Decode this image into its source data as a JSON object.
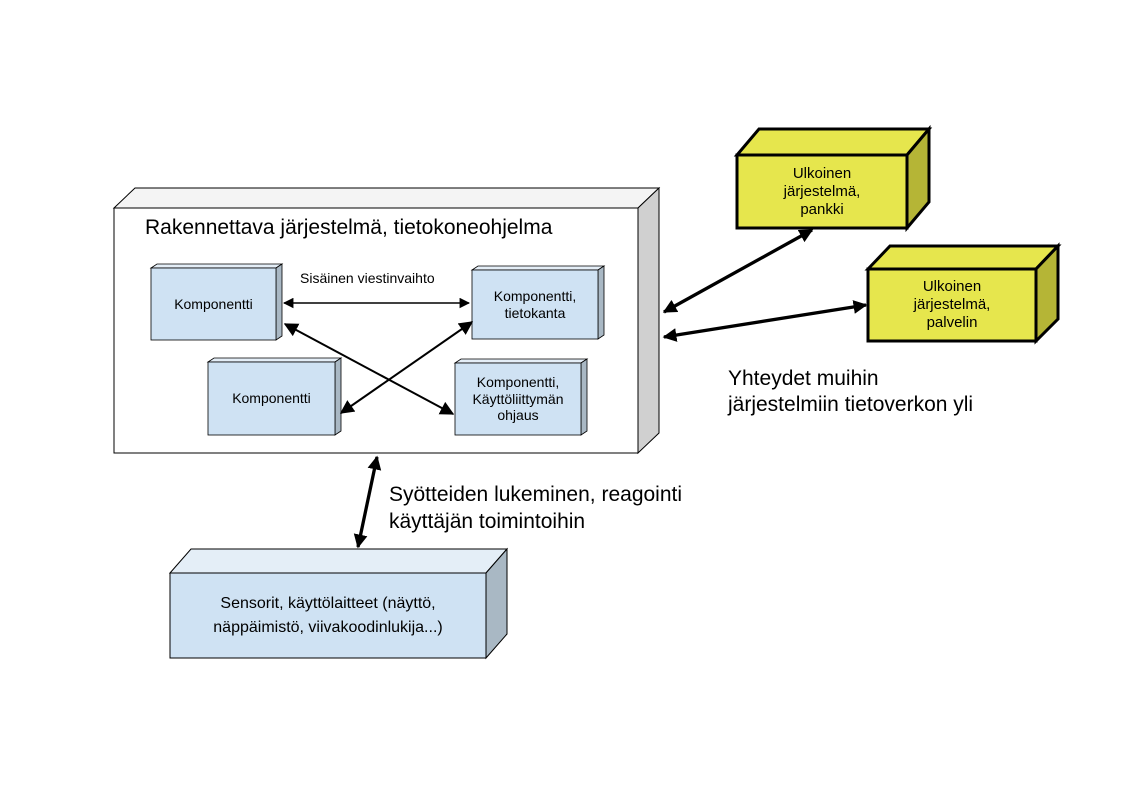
{
  "system": {
    "title": "Rakennettava järjestelmä, tietokoneohjelma"
  },
  "components": {
    "c1": "Komponentti",
    "c2_lines": [
      "Komponentti,",
      "tietokanta"
    ],
    "c3": "Komponentti",
    "c4_lines": [
      "Komponentti,",
      "Käyttöliittymän",
      "ohjaus"
    ]
  },
  "internal_label": "Sisäinen viestinvaihto",
  "external": {
    "bank_lines": [
      "Ulkoinen",
      "järjestelmä,",
      "pankki"
    ],
    "server_lines": [
      "Ulkoinen",
      "järjestelmä,",
      "palvelin"
    ]
  },
  "connections_label_lines": [
    "Yhteydet muihin",
    "järjestelmiin tietoverkon yli"
  ],
  "input_label_lines": [
    "Syötteiden lukeminen, reagointi",
    "käyttäjän toimintoihin"
  ],
  "devices_lines": [
    "Sensorit, käyttölaitteet (näyttö,",
    "näppäimistö, viivakoodinlukija...)"
  ],
  "colors": {
    "component_fill": "#cfe2f3",
    "component_side": "#a9b8c4",
    "external_fill": "#e6e64d",
    "external_side": "#b5b536",
    "system_side": "#d0d0d0"
  }
}
